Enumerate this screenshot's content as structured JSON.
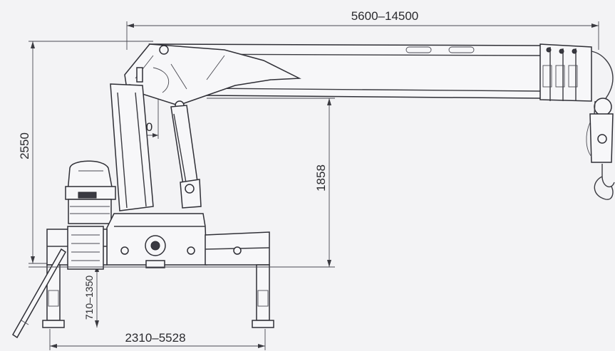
{
  "dimensions": {
    "boom_reach": "5600–14500",
    "overall_height": "2550",
    "boom_pivot_height": "1858",
    "column_offset": "350",
    "outrigger_height": "710–1350",
    "outrigger_span": "2310–5528"
  },
  "colors": {
    "background": "#f3f3f5",
    "line": "#3a3a40"
  }
}
